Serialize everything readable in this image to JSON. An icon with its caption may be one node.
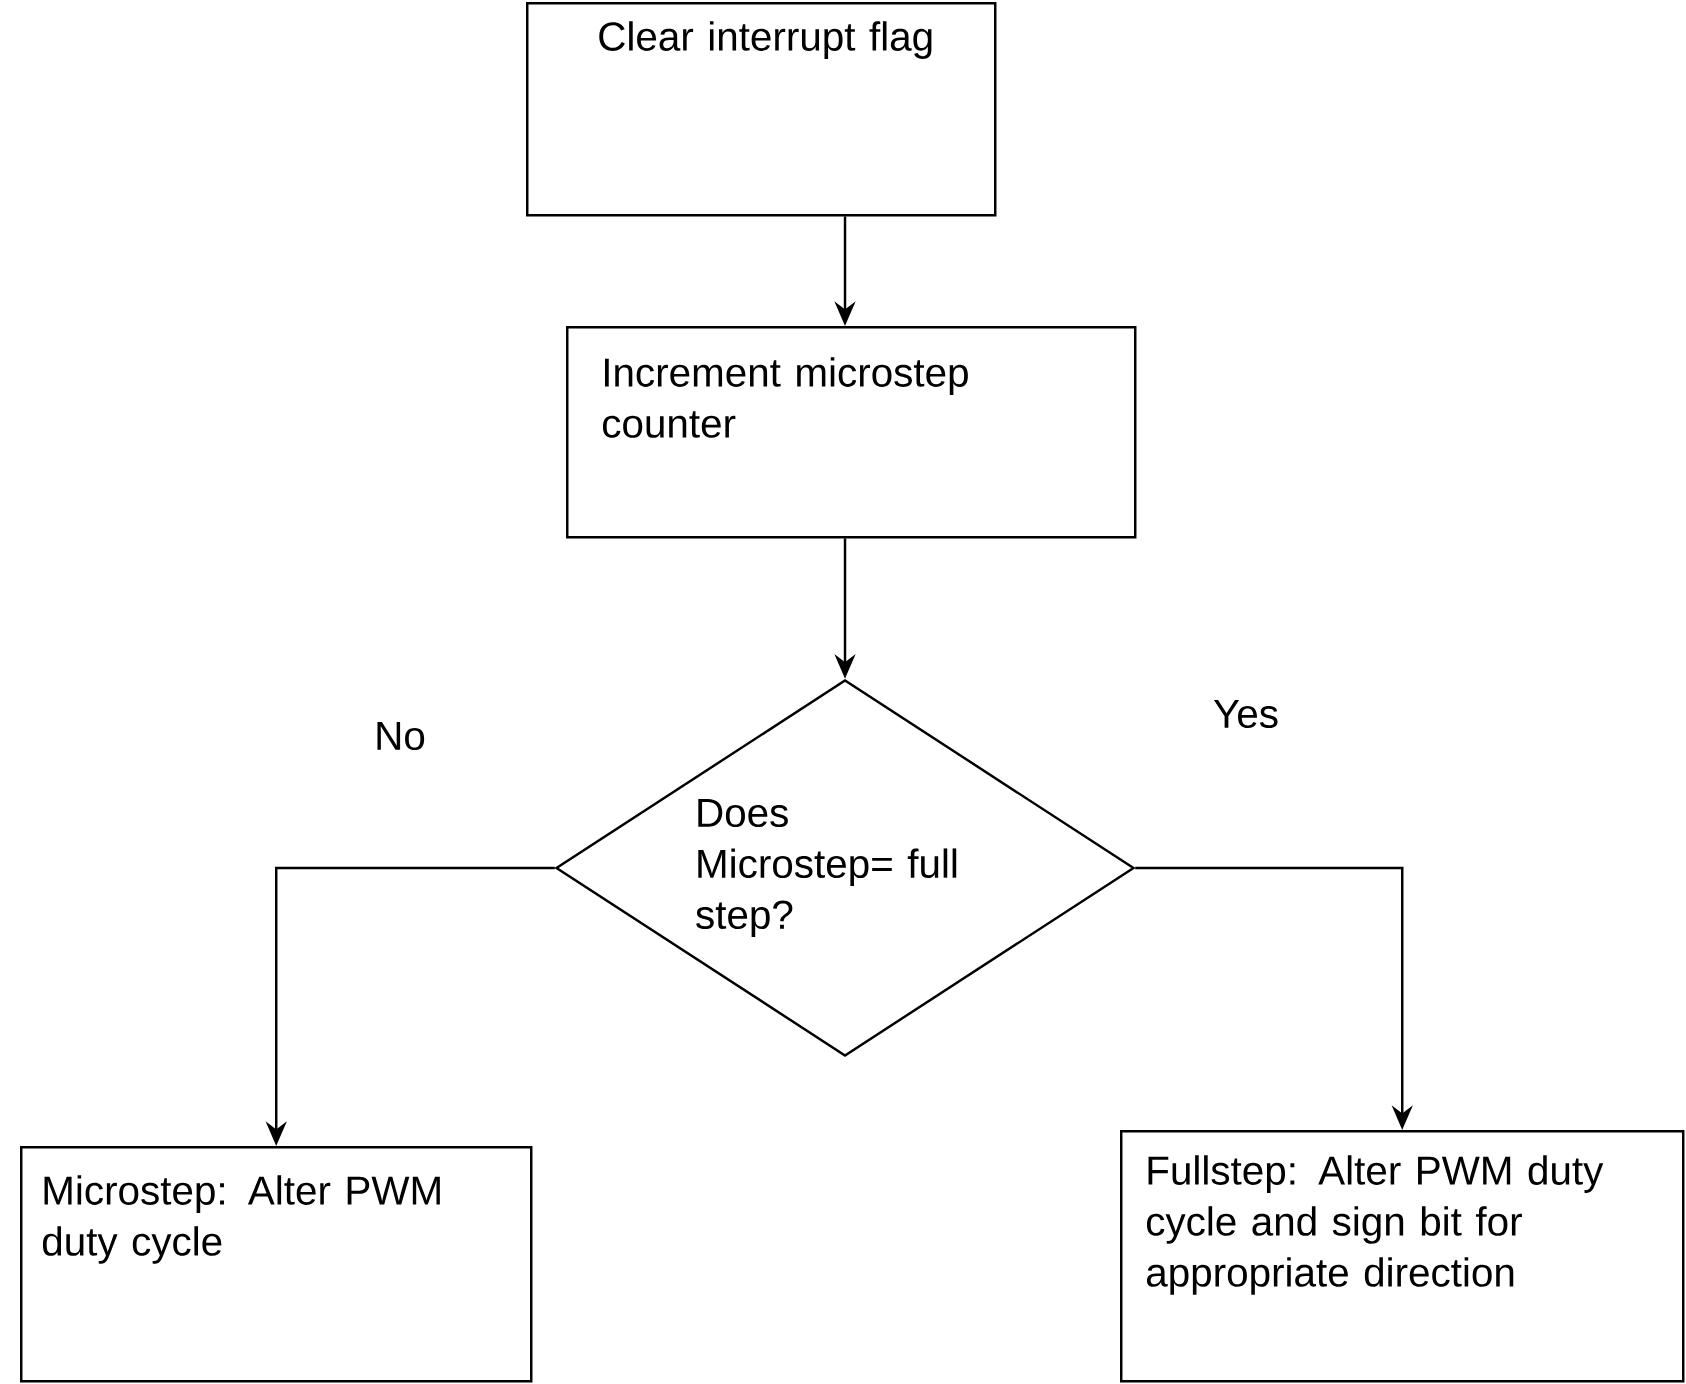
{
  "diagram": {
    "nodes": [
      {
        "text": [
          "Clear interrupt flag"
        ]
      },
      {
        "text": [
          "Increment microstep counter"
        ]
      },
      {
        "text": [
          "Does Microstep= full step?"
        ]
      },
      {
        "text": [
          "Microstep: Alter PWM duty cycle"
        ]
      },
      {
        "text": [
          "Fullstep: Alter PWM duty cycle and sign bit for appropriate direction"
        ]
      }
    ],
    "edges": [
      {
        "from": 0,
        "to": 1,
        "arrow": "to"
      },
      {
        "from": 1,
        "to": 2,
        "arrow": "to"
      },
      {
        "from": 2,
        "to": 3,
        "arrow": "to",
        "label": "No"
      },
      {
        "from": 2,
        "to": 4,
        "arrow": "to",
        "label": "Yes"
      }
    ]
  }
}
